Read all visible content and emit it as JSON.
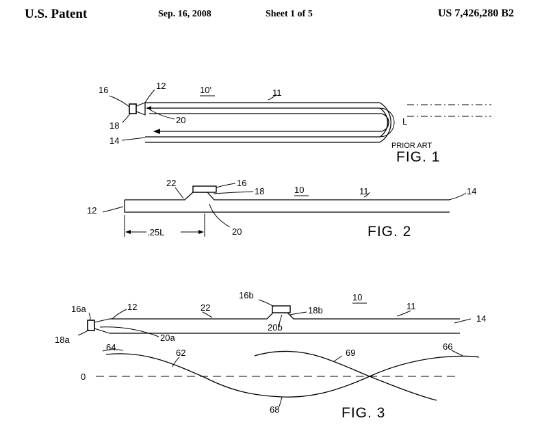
{
  "header": {
    "left": "U.S. Patent",
    "date": "Sep. 16, 2008",
    "sheet": "Sheet 1 of 5",
    "patent_number": "US 7,426,280 B2"
  },
  "fig1": {
    "caption": "FIG. 1",
    "note": "PRIOR ART",
    "labels": {
      "l16": "16",
      "l12": "12",
      "l10p": "10'",
      "l11": "11",
      "l18": "18",
      "l20": "20",
      "l14": "14",
      "lL": "L"
    }
  },
  "fig2": {
    "caption": "FIG. 2",
    "dimension": ".25L",
    "labels": {
      "l22": "22",
      "l16": "16",
      "l18": "18",
      "l10": "10",
      "l11": "11",
      "l14": "14",
      "l12": "12",
      "l20": "20"
    }
  },
  "fig3": {
    "caption": "FIG. 3",
    "labels": {
      "l16b": "16b",
      "l10": "10",
      "l16a": "16a",
      "l12": "12",
      "l22": "22",
      "l18b": "18b",
      "l11": "11",
      "l14": "14",
      "l20b": "20b",
      "l18a": "18a",
      "l20a": "20a",
      "l64": "64",
      "l62": "62",
      "l69": "69",
      "l66": "66",
      "l0": "0",
      "l68": "68"
    }
  }
}
